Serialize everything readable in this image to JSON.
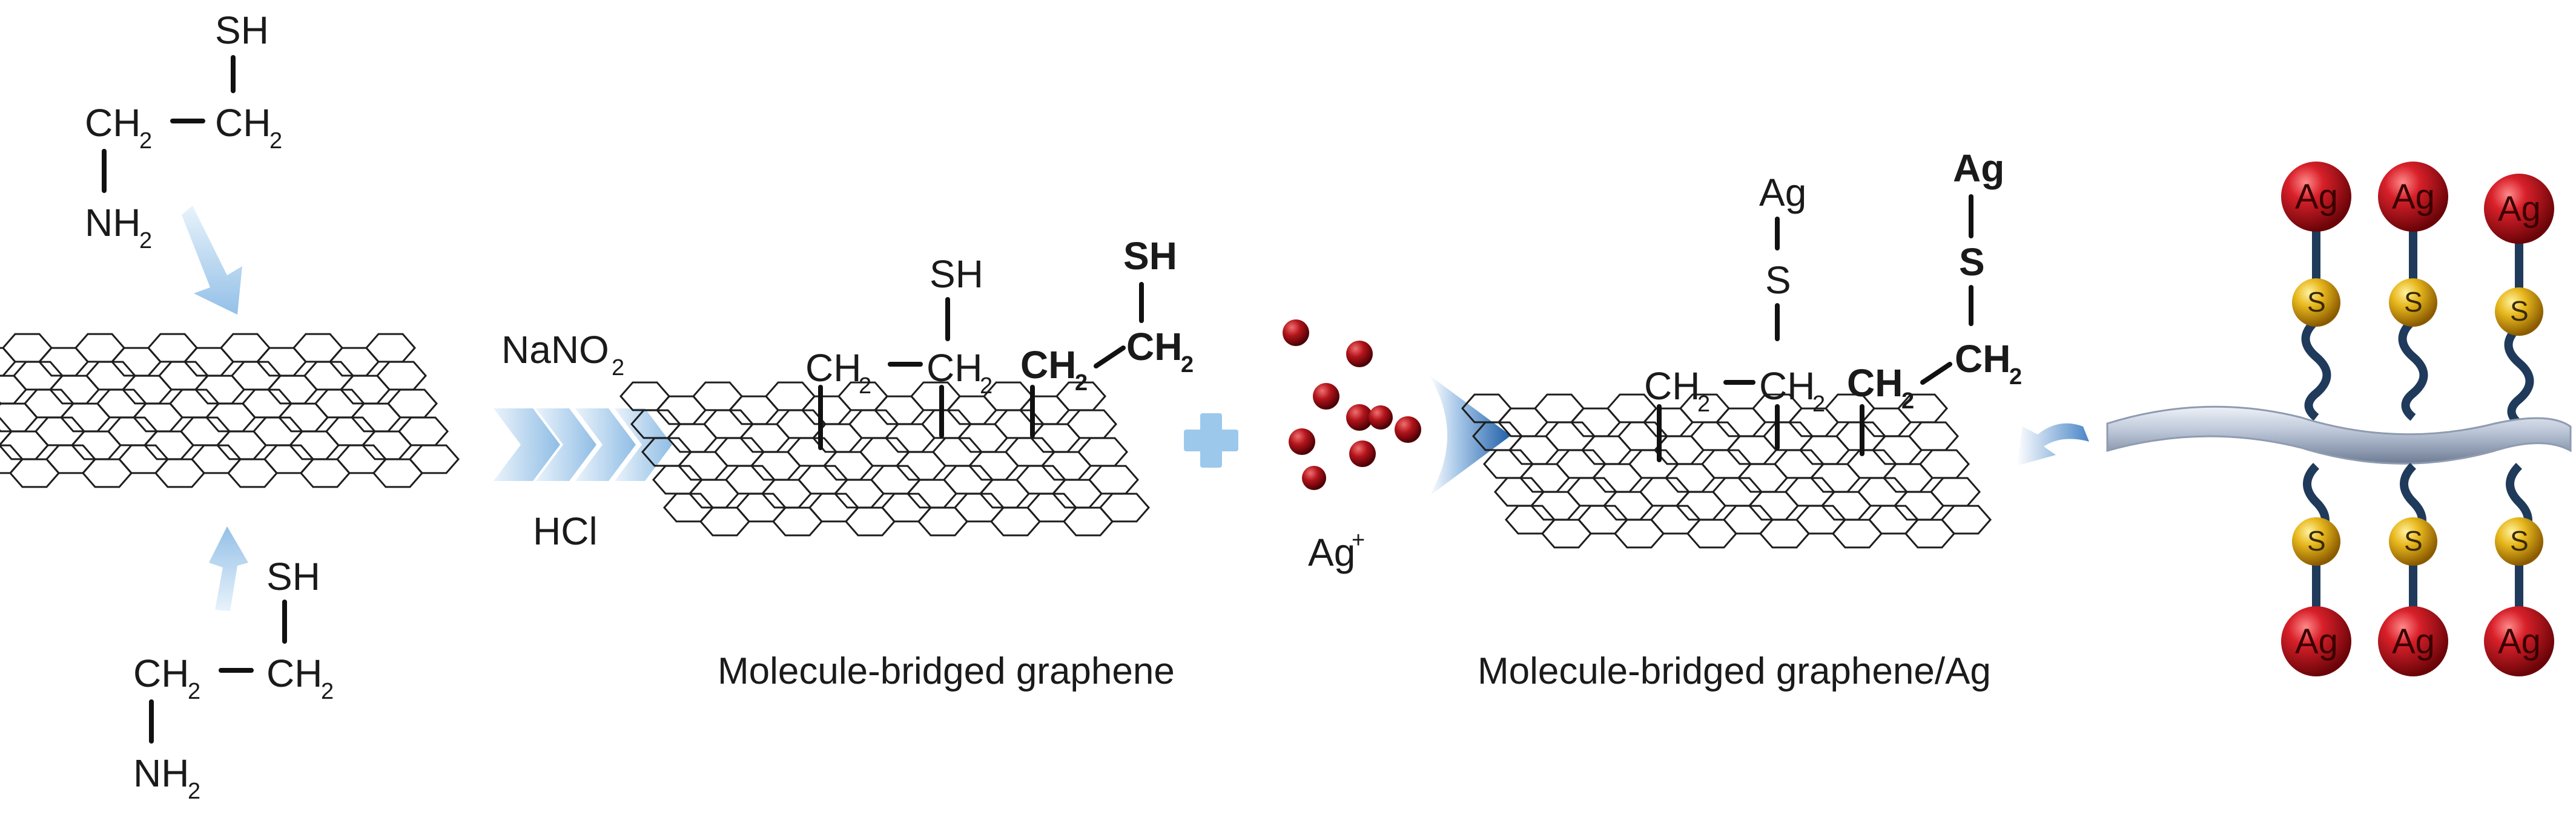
{
  "reactant_top": {
    "sh": "SH",
    "ch2_left": "CH",
    "ch2_left_sub": "2",
    "ch2_right": "CH",
    "ch2_right_sub": "2",
    "nh2": "NH",
    "nh2_sub": "2"
  },
  "reactant_bottom": {
    "sh": "SH",
    "ch2_left": "CH",
    "ch2_left_sub": "2",
    "ch2_right": "CH",
    "ch2_right_sub": "2",
    "nh2": "NH",
    "nh2_sub": "2"
  },
  "reagents": {
    "top": "NaNO",
    "top_sub": "2",
    "bottom": "HCl"
  },
  "product_1": {
    "sh_plain": "SH",
    "ch2_a": "CH",
    "ch2_a_sub": "2",
    "ch2_b": "CH",
    "ch2_b_sub": "2",
    "sh_bold": "SH",
    "ch2_c": "CH",
    "ch2_c_sub": "2",
    "ch2_d": "CH",
    "ch2_d_sub": "2",
    "caption": "Molecule-bridged graphene"
  },
  "silver_ion": {
    "label": "Ag",
    "label_sup": "+"
  },
  "product_2": {
    "ag_plain": "Ag",
    "s_plain": "S",
    "ch2_a": "CH",
    "ch2_a_sub": "2",
    "ch2_b": "CH",
    "ch2_b_sub": "2",
    "ag_bold": "Ag",
    "s_bold": "S",
    "ch2_c": "CH",
    "ch2_c_sub": "2",
    "ch2_d": "CH",
    "ch2_d_sub": "2",
    "caption": "Molecule-bridged graphene/Ag"
  },
  "model_3d": {
    "ag_label": "Ag",
    "s_label": "S"
  },
  "colors": {
    "light_arrow": "#9cc6ea",
    "chevron": "#a9cbe8",
    "big_arrow": "#2b6cb0",
    "plus": "#9cc8ec",
    "silver_ball": "#b3141b",
    "sulfur_ball": "#e6b41c",
    "sheet": "#a9b7cc",
    "linker": "#1f3a5a"
  }
}
